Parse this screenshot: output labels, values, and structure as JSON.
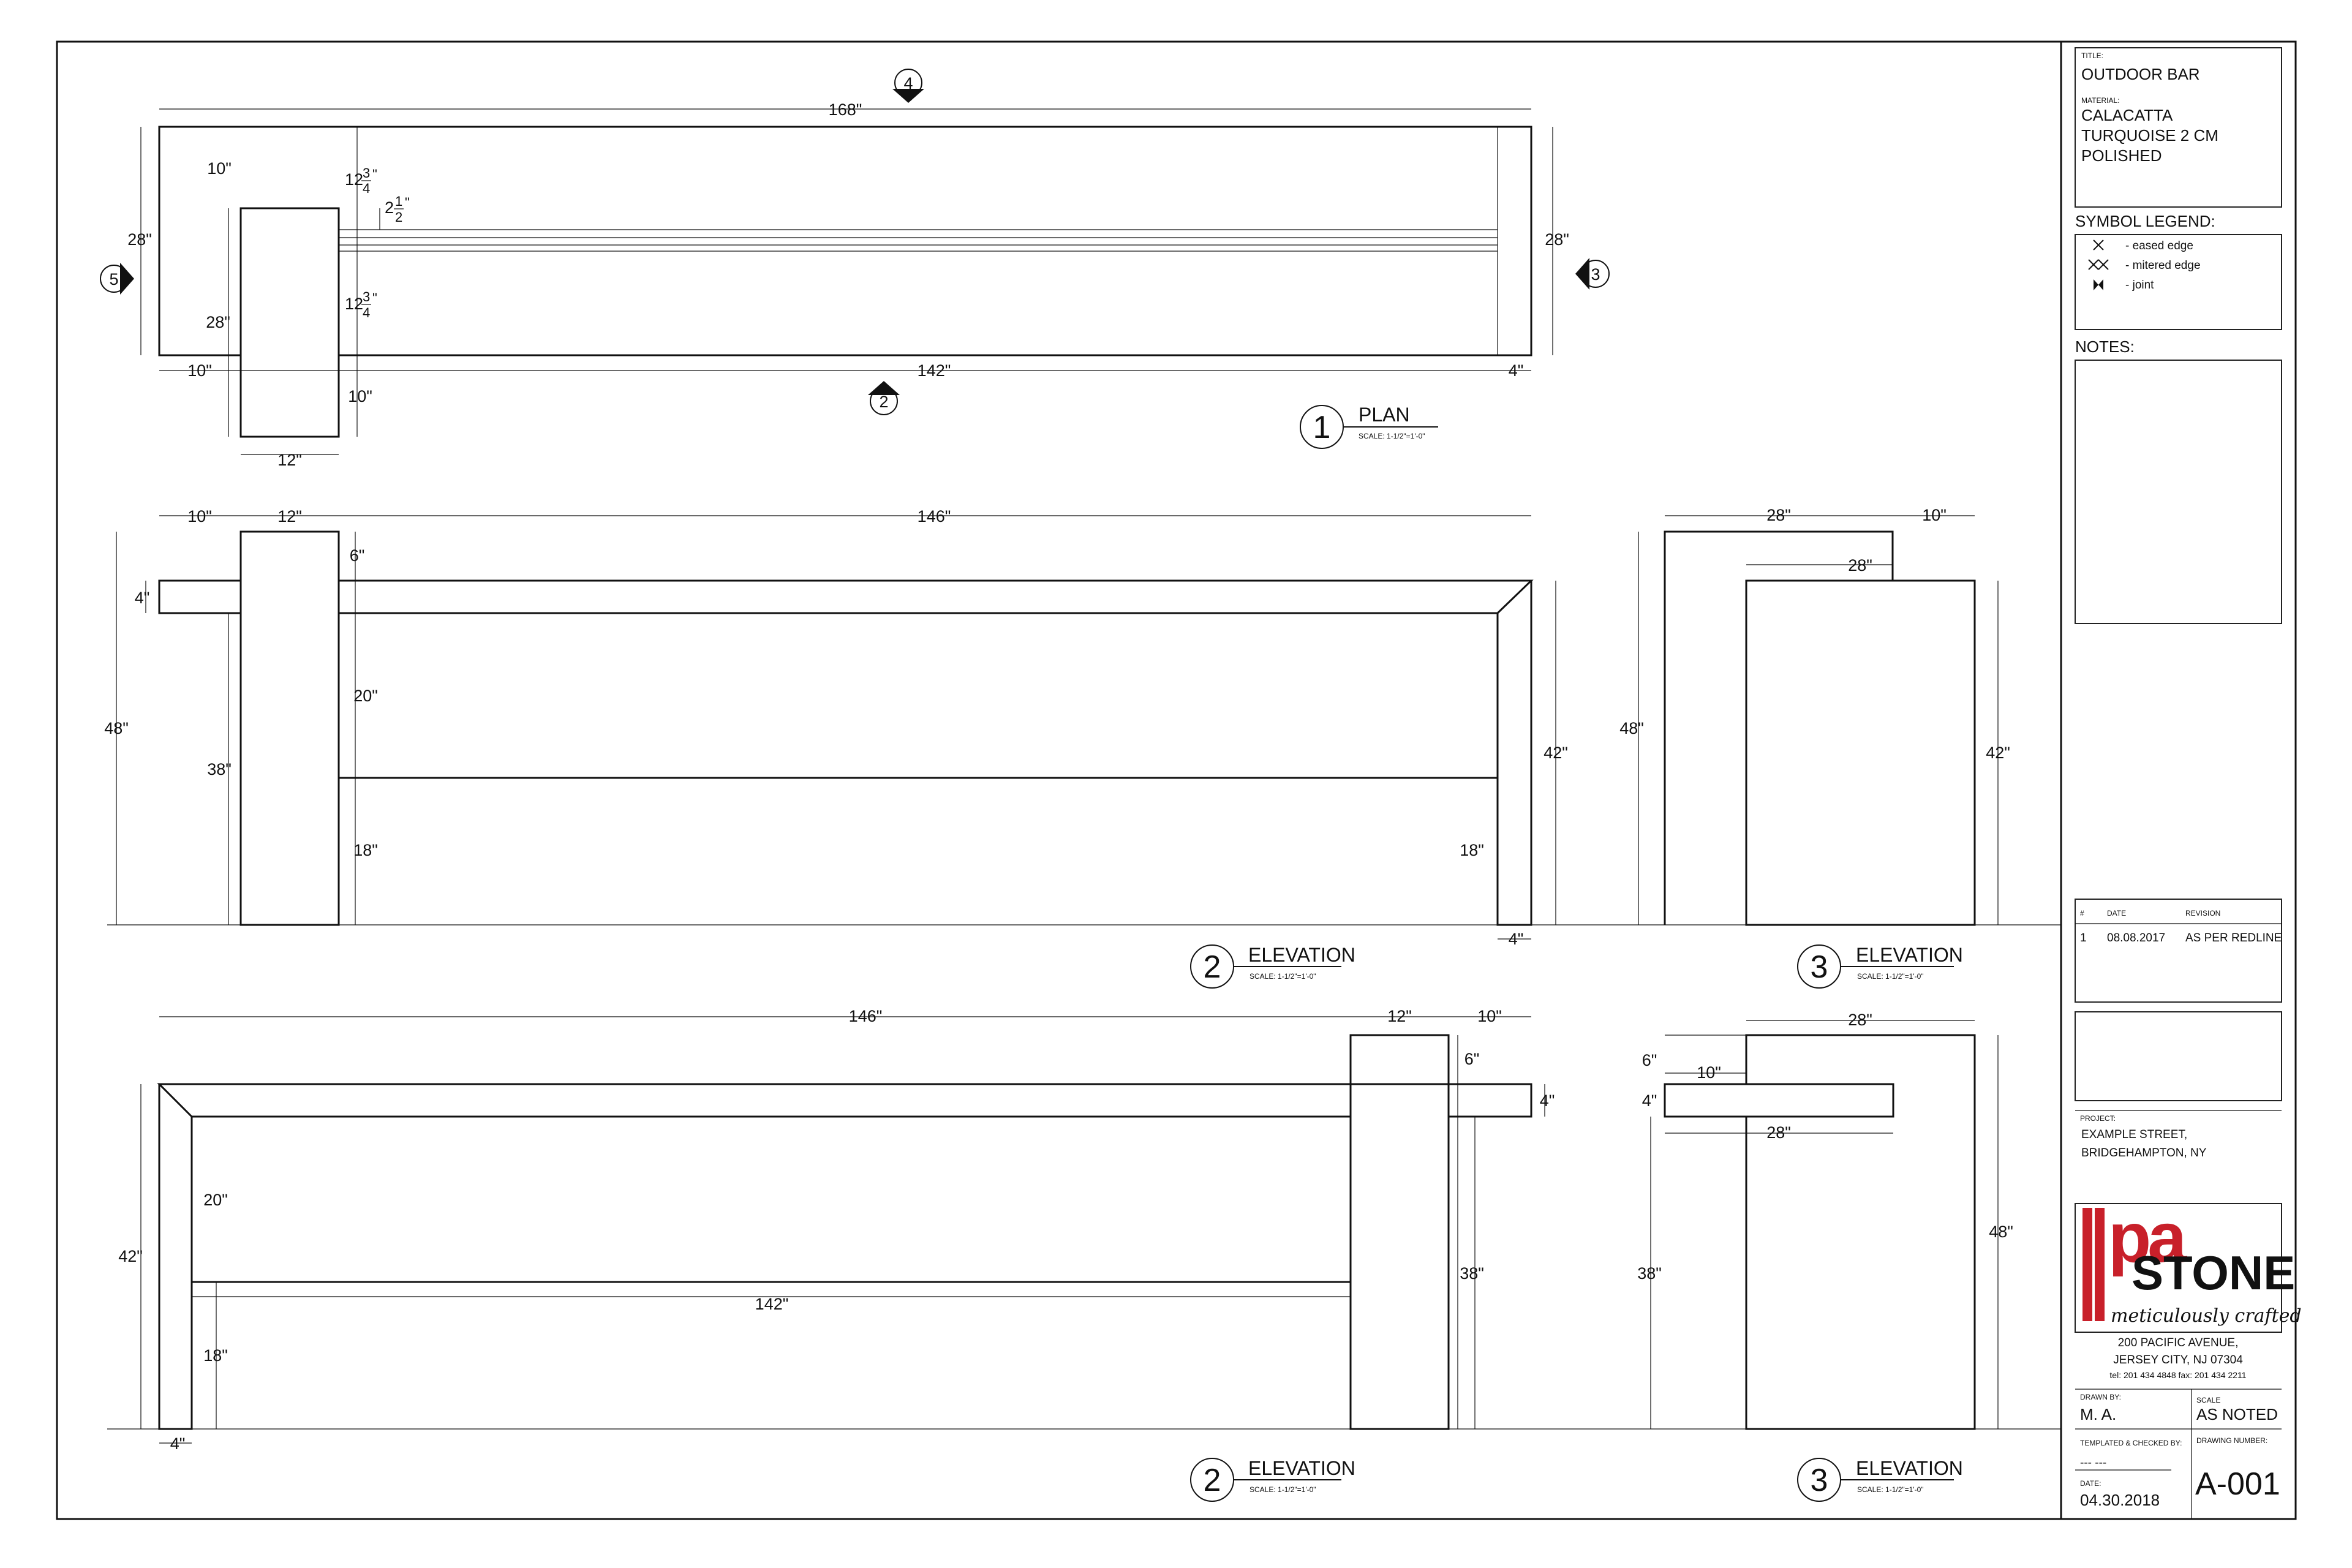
{
  "title_block": {
    "title_label": "TITLE:",
    "title": "OUTDOOR BAR",
    "material_label": "MATERIAL:",
    "material_lines": [
      "CALACATTA",
      "TURQUOISE 2 CM",
      "POLISHED"
    ],
    "symbol_legend_heading": "SYMBOL LEGEND:",
    "legend": [
      "- eased edge",
      "- mitered edge",
      "- joint"
    ],
    "notes_heading": "NOTES:",
    "revision_headers": [
      "#",
      "DATE",
      "REVISION"
    ],
    "revision_row": [
      "1",
      "08.08.2017",
      "AS PER REDLINE"
    ],
    "project_label": "PROJECT:",
    "project_lines": [
      "EXAMPLE STREET,",
      "BRIDGEHAMPTON, NY"
    ],
    "logo_mark": "pa",
    "logo_word": "STONE",
    "logo_script": "meticulously crafted",
    "address_lines": [
      "200 PACIFIC AVENUE,",
      "JERSEY CITY, NJ 07304",
      "tel: 201 434 4848 fax: 201 434 2211"
    ],
    "drawn_by_label": "DRAWN BY:",
    "drawn_by": "M. A.",
    "scale_label": "SCALE",
    "scale": "AS NOTED",
    "templated_label": "TEMPLATED & CHECKED BY:",
    "templated": "--- ---",
    "drawing_number_label": "DRAWING NUMBER:",
    "drawing_number": "A-001",
    "date_label": "DATE:",
    "date": "04.30.2018"
  },
  "views": {
    "plan": {
      "number": "1",
      "title": "PLAN",
      "scale": "SCALE: 1-1/2\"=1'-0\"",
      "dims": {
        "overall": "168\"",
        "left_depth": "28\"",
        "right_depth": "28\"",
        "top_offset": "10\"",
        "pier_depth": "28\"",
        "bottom_left": "10\"",
        "bottom_right": "10\"",
        "pier_width": "12\"",
        "top_span": "142\"",
        "right_end": "4\"",
        "edge_upper_whole": "12",
        "edge_lower_whole": "12",
        "frac_num": "3",
        "frac_den": "4",
        "gap_whole": "2",
        "gap_num": "1",
        "gap_den": "2",
        "inch": "\""
      },
      "markers": [
        "4",
        "5",
        "3",
        "2"
      ]
    },
    "front_elevation": {
      "number": "2",
      "title": "ELEVATION",
      "scale": "SCALE: 1-1/2\"=1'-0\"",
      "dims": {
        "left_overhang": "10\"",
        "pier": "12\"",
        "span": "146\"",
        "pier_top": "6\"",
        "top_thk": "4\"",
        "overall_h": "48\"",
        "pier_h": "38\"",
        "upper_panel": "20\"",
        "lower_panel": "18\"",
        "right_lower": "18\"",
        "counter_h": "42\"",
        "leg": "4\""
      }
    },
    "side_elevation": {
      "number": "3",
      "title": "ELEVATION",
      "scale": "SCALE: 1-1/2\"=1'-0\"",
      "dims": {
        "top_depth": "28\"",
        "top_step": "10\"",
        "body_depth": "28\"",
        "overall_h": "48\"",
        "counter_h": "42\""
      }
    },
    "rear_elevation": {
      "number": "2",
      "title": "ELEVATION",
      "scale": "SCALE: 1-1/2\"=1'-0\"",
      "dims": {
        "span": "146\"",
        "pier": "12\"",
        "overhang": "10\"",
        "pier_top": "6\"",
        "top_thk": "4\"",
        "counter_h": "42\"",
        "upper_panel": "20\"",
        "shelf_span": "142\"",
        "lower_panel": "18\"",
        "pier_h": "38\"",
        "leg": "4\""
      }
    },
    "rear_side_elevation": {
      "number": "3",
      "title": "ELEVATION",
      "scale": "SCALE: 1-1/2\"=1'-0\"",
      "dims": {
        "body_depth": "28\"",
        "pier_top": "6\"",
        "overhang": "10\"",
        "top_thk": "4\"",
        "top_depth": "28\"",
        "overall_h": "48\"",
        "pier_h": "38\""
      }
    }
  }
}
